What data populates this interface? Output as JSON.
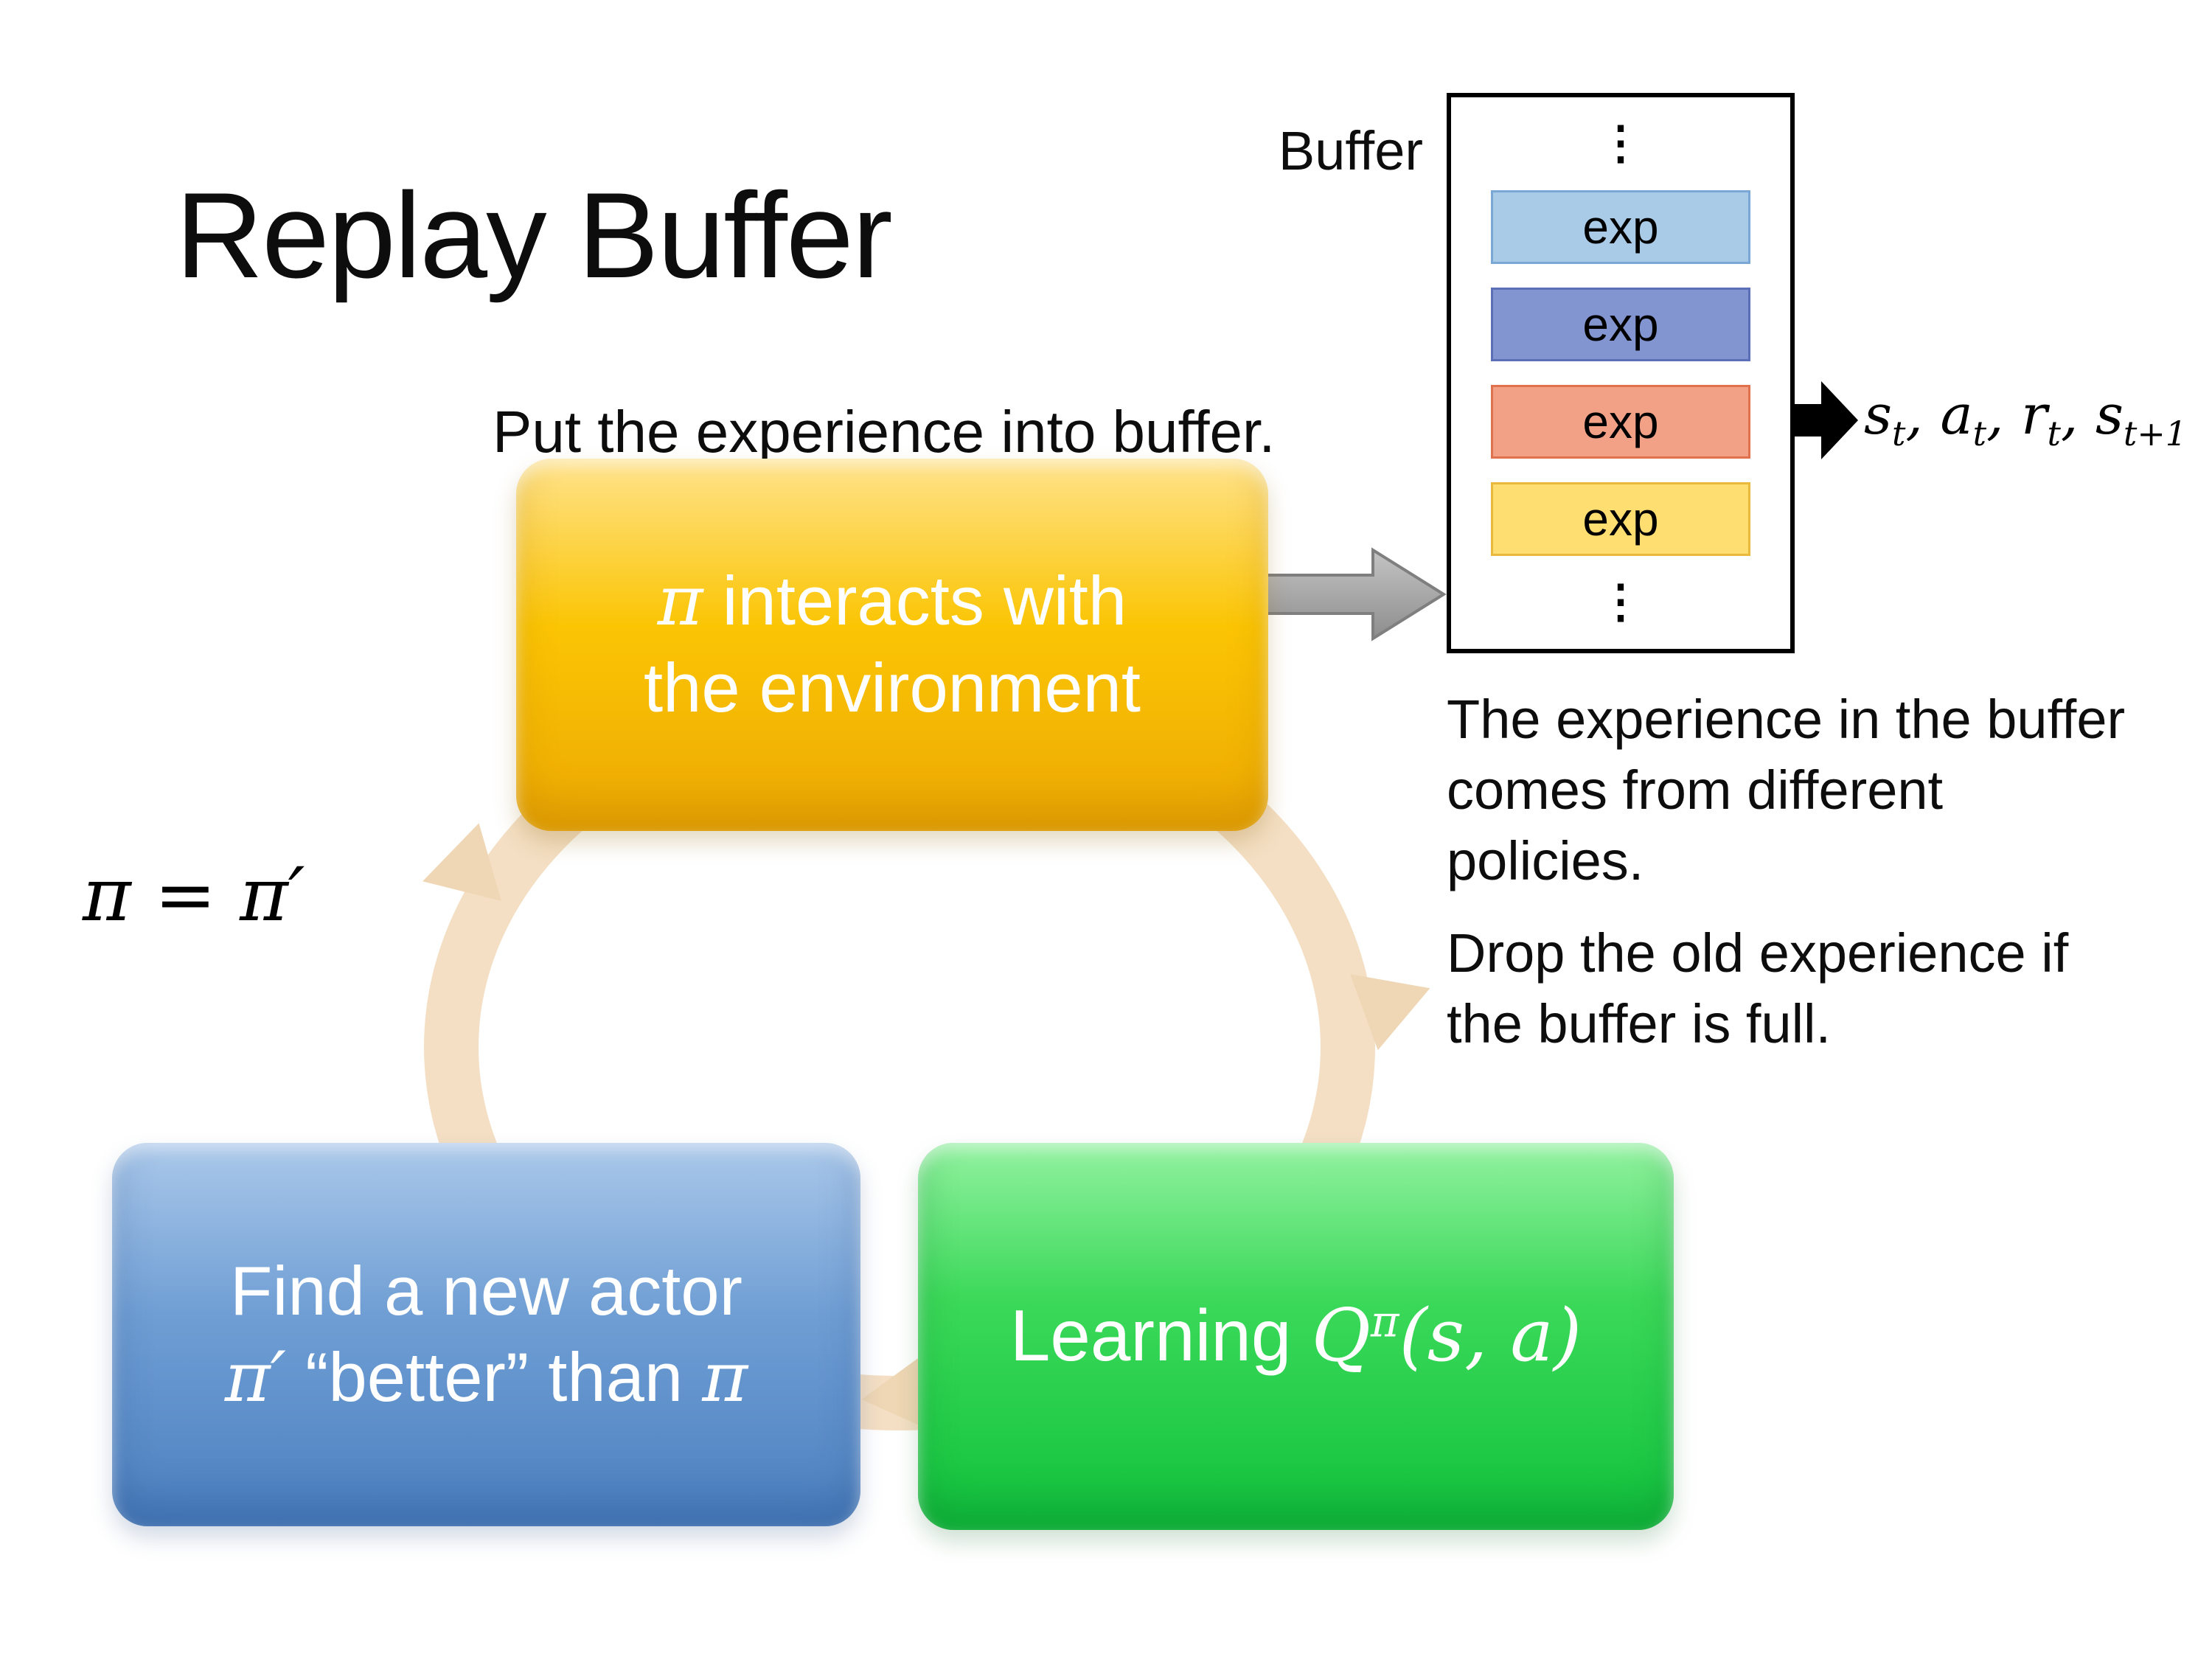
{
  "title": "Replay Buffer",
  "caption_put": "Put the experience into buffer.",
  "buffer": {
    "label": "Buffer",
    "ellipsis": "⋮",
    "rows": [
      {
        "label": "exp",
        "color": "#a9cbe8"
      },
      {
        "label": "exp",
        "color": "#8295d1"
      },
      {
        "label": "exp",
        "color": "#f2a187"
      },
      {
        "label": "exp",
        "color": "#fedd71"
      }
    ],
    "output": {
      "b1": "s",
      "s1": "t",
      "c1": ", ",
      "b2": "a",
      "s2": "t",
      "c2": ", ",
      "b3": "r",
      "s3": "t",
      "c3": ", ",
      "b4": "s",
      "s4": "t+1"
    }
  },
  "notes": {
    "para1": "The experience in the buffer comes from different policies.",
    "para2": "Drop the old experience if the buffer is full."
  },
  "cycle": {
    "policy_update": "π = π′",
    "interact_box": {
      "pi": "π",
      "line1_rest": " interacts with",
      "line2": "the environment",
      "color": "#f6b800"
    },
    "actor_box": {
      "line1": "Find a new actor",
      "line2_pi_prime": "π′",
      "line2_mid": " “better” than ",
      "line2_pi": "π",
      "color": "#5b8fd0"
    },
    "learning_box": {
      "prefix": "Learning ",
      "q": "Q",
      "sup": "π",
      "args": "(s, a)",
      "color": "#2ed14e"
    }
  },
  "colors": {
    "ring": "#f4dfc4",
    "flow_arrow": "#a6a6a6",
    "output_arrow": "#000000",
    "buffer_border": "#000000"
  }
}
